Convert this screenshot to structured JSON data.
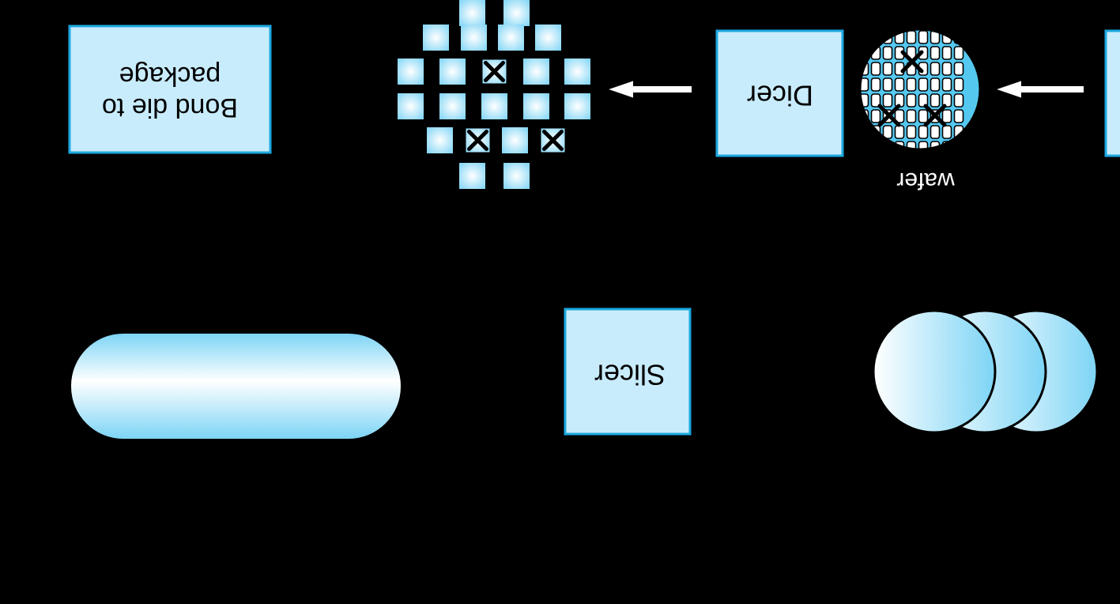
{
  "labels": {
    "bond": "Bond die to",
    "package": "package",
    "dicer": "Dicer",
    "wafer": "wafer",
    "slicer": "Slicer"
  },
  "colors": {
    "background": "#000000",
    "box_fill": "#c8ecfc",
    "box_stroke": "#1ca8e0",
    "gradient_light": "#ffffff",
    "gradient_dark": "#7dd4f5",
    "text": "#000000",
    "line": "#000000",
    "caption": "#ffffff"
  },
  "icons": {
    "defect_mark": "x-mark-icon",
    "flow_arrow": "left-arrow-icon"
  }
}
